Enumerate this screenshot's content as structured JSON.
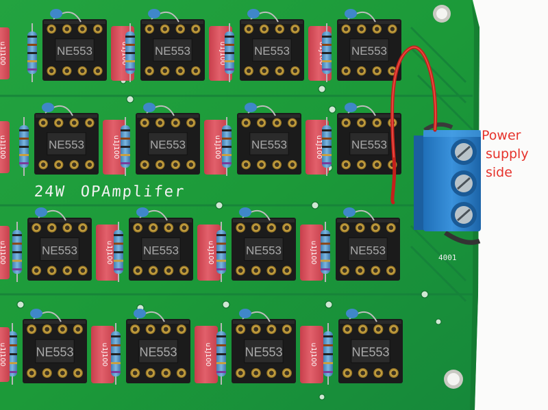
{
  "board": {
    "silkscreen_title_left": "24W",
    "silkscreen_title_right": "OPAmplifer",
    "chip_marking": "NE553",
    "capacitor_marking": "u1J100",
    "terminal_code": "4001"
  },
  "annotation": {
    "line1": "Power",
    "line2": "supply",
    "line3": "side"
  },
  "colors": {
    "pcb": "#1f9a3c",
    "socket": "#1b1b1b",
    "capacitor": "#d94d58",
    "resistor": "#5b9fcf",
    "terminal": "#2a7fcc",
    "wire": "#d2261f",
    "label": "#e6322b"
  }
}
